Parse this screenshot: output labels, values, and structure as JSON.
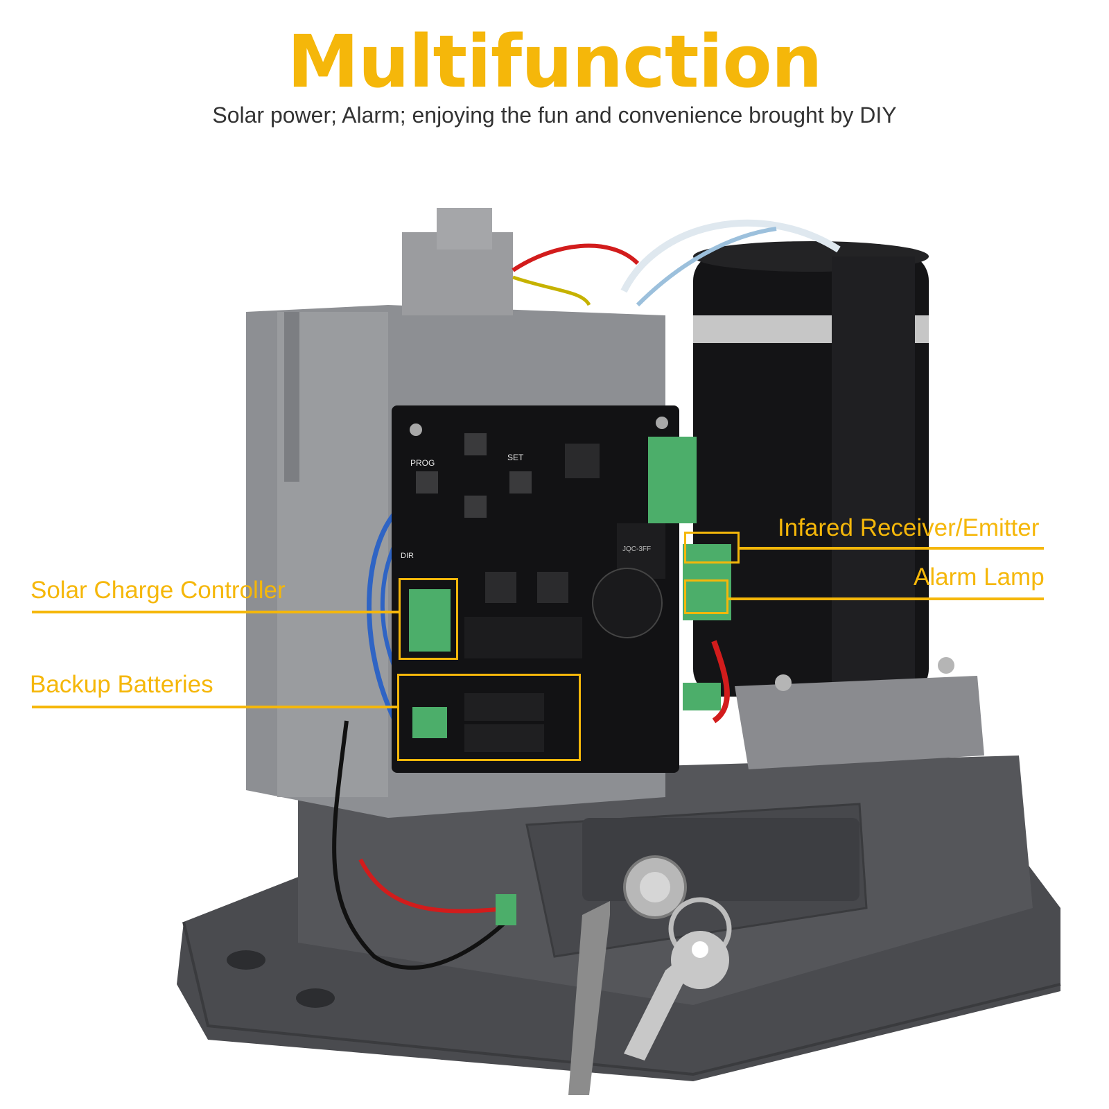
{
  "header": {
    "title": "Multifunction",
    "subtitle": "Solar power; Alarm; enjoying the fun and convenience brought by DIY"
  },
  "callouts": {
    "infrared": "Infared Receiver/Emitter",
    "alarm_lamp": "Alarm Lamp",
    "solar": "Solar Charge Controller",
    "batteries": "Backup Batteries"
  },
  "board_labels": {
    "prog": "PROG",
    "set": "SET",
    "dir": "DIR",
    "relay": "JQC-3FF"
  },
  "colors": {
    "accent": "#F5B70A",
    "text": "#333333"
  }
}
